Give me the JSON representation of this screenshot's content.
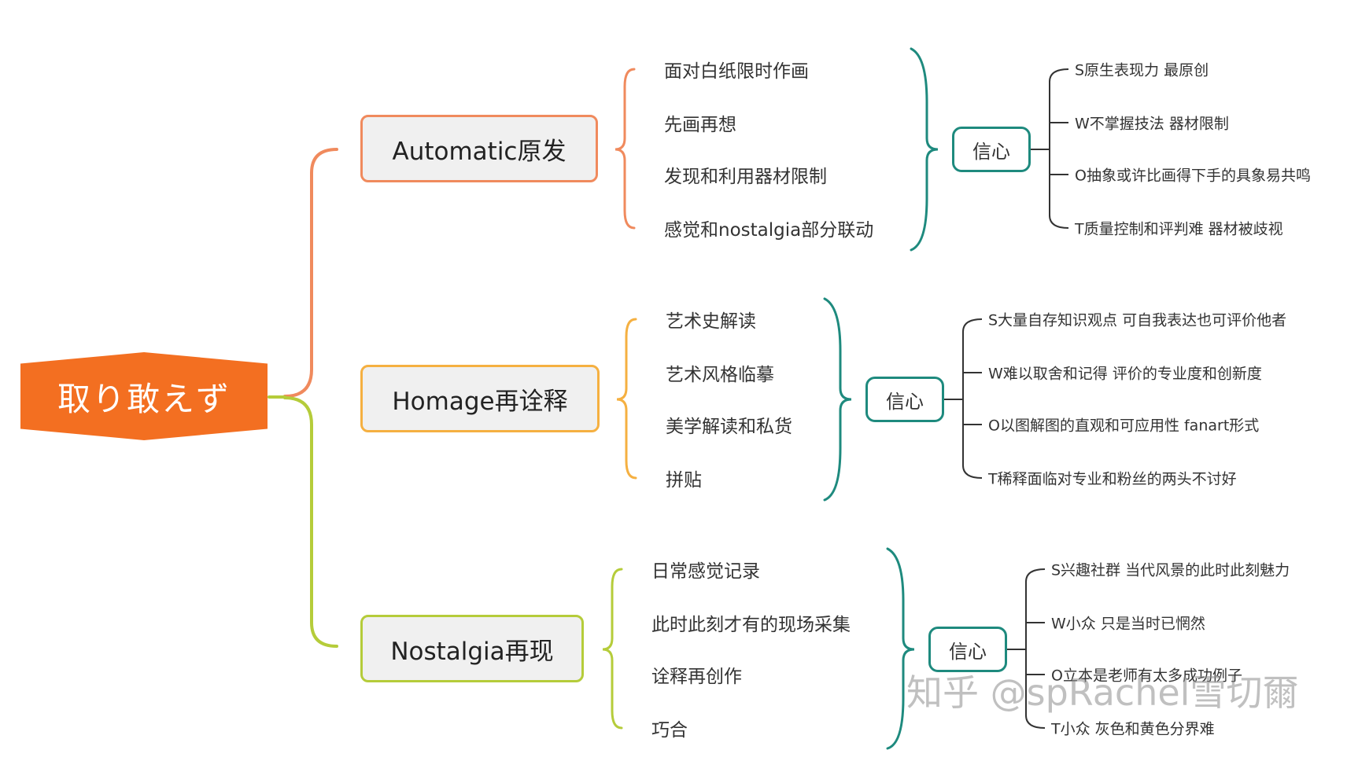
{
  "root": {
    "label": "取り敢えず"
  },
  "colors": {
    "root": "#f36f21",
    "automatic": "#f08a5d",
    "homage": "#f5b041",
    "nostalgia": "#b5cc3a",
    "confidence": "#1e8a7e"
  },
  "branches": [
    {
      "label": "Automatic原发",
      "items": [
        "面对白纸限时作画",
        "先画再想",
        "发现和利用器材限制",
        "感觉和nostalgia部分联动"
      ],
      "confidence": "信心",
      "swot": [
        "S原生表现力 最原创",
        "W不掌握技法 器材限制",
        "O抽象或许比画得下手的具象易共鸣",
        "T质量控制和评判难 器材被歧视"
      ]
    },
    {
      "label": "Homage再诠释",
      "items": [
        "艺术史解读",
        "艺术风格临摹",
        "美学解读和私货",
        "拼贴"
      ],
      "confidence": "信心",
      "swot": [
        "S大量自存知识观点 可自我表达也可评价他者",
        "W难以取舍和记得 评价的专业度和创新度",
        "O以图解图的直观和可应用性  fanart形式",
        "T稀释面临对专业和粉丝的两头不讨好"
      ]
    },
    {
      "label": "Nostalgia再现",
      "items": [
        "日常感觉记录",
        "此时此刻才有的现场采集",
        "诠释再创作",
        "巧合"
      ],
      "confidence": "信心",
      "swot": [
        "S兴趣社群 当代风景的此时此刻魅力",
        "W小众 只是当时已惘然",
        "O立本是老师有太多成功例子",
        "T小众 灰色和黄色分界难"
      ]
    }
  ],
  "watermark": "知乎 @spRachel雪切爾"
}
